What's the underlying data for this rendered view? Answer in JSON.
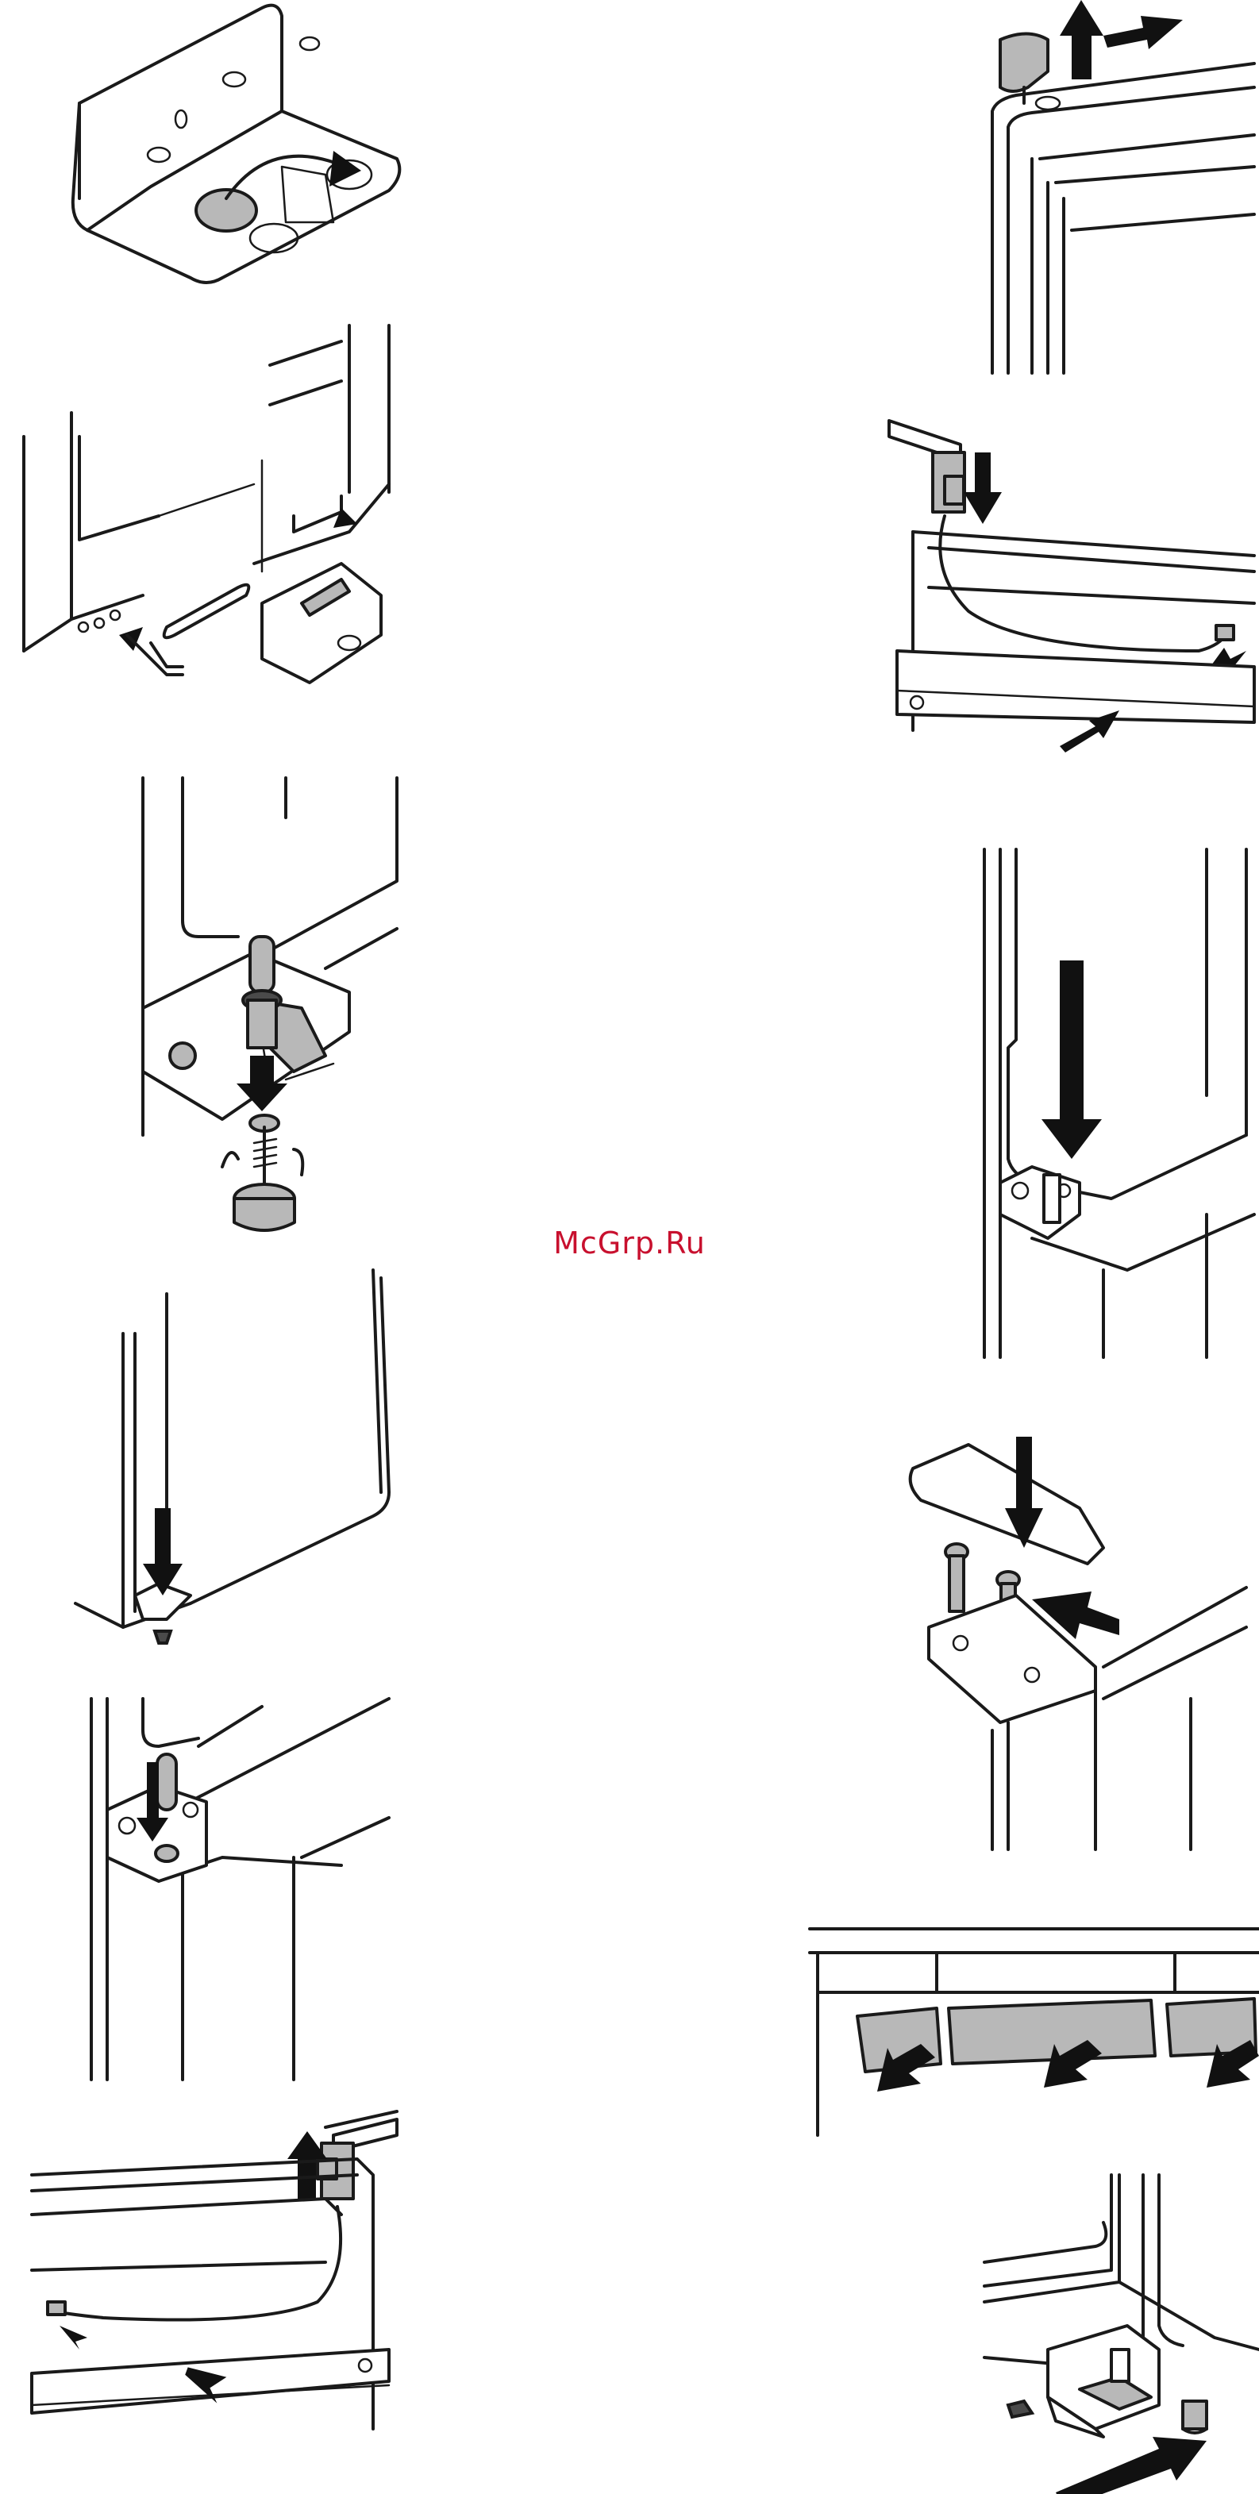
{
  "watermark": {
    "text": "McGrp.Ru",
    "color": "#c8102e"
  },
  "figures": [
    {
      "id": 1,
      "icon": "hinge-bracket-with-plug-icon"
    },
    {
      "id": 2,
      "icon": "door-bottom-hinge-parts-icon"
    },
    {
      "id": 3,
      "icon": "hinge-pin-and-foot-icon"
    },
    {
      "id": 4,
      "icon": "door-lowered-on-pin-icon"
    },
    {
      "id": 5,
      "icon": "middle-hinge-pin-icon"
    },
    {
      "id": 6,
      "icon": "top-cover-lift-cable-icon"
    },
    {
      "id": 7,
      "icon": "top-hinge-cap-removal-icon"
    },
    {
      "id": 8,
      "icon": "top-cover-refit-cable-icon"
    },
    {
      "id": 9,
      "icon": "door-hung-on-top-pin-icon"
    },
    {
      "id": 10,
      "icon": "top-hinge-screws-and-cover-icon"
    },
    {
      "id": 11,
      "icon": "cover-strip-insert-icon"
    },
    {
      "id": 12,
      "icon": "bottom-hinge-foot-push-icon"
    }
  ]
}
